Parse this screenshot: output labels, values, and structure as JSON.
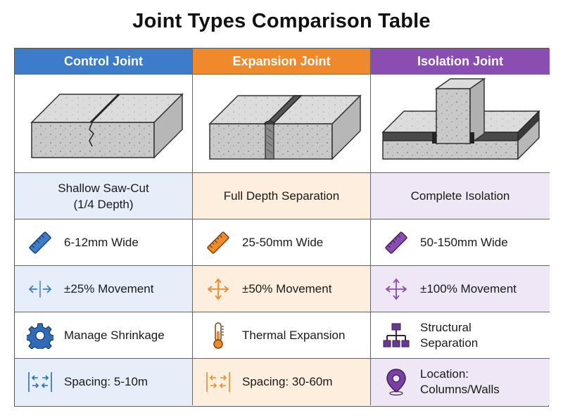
{
  "title": "Joint Types Comparison Table",
  "colors": {
    "control": "#3d7cc9",
    "expansion": "#ef8a2c",
    "isolation": "#8a4eb0",
    "control_bg": "#e6eff9",
    "expansion_bg": "#fdeedd",
    "isolation_bg": "#efe6f6"
  },
  "columns": [
    {
      "header": "Control Joint",
      "illustration": "concrete-slab-crack-icon",
      "depth": [
        "Shallow Saw-Cut",
        "(1/4 Depth)"
      ],
      "width": {
        "icon": "ruler-icon",
        "text": "6-12mm Wide"
      },
      "movement": {
        "icon": "horizontal-arrows-icon",
        "text": "±25% Movement"
      },
      "purpose": {
        "icon": "gear-icon",
        "text": [
          "Manage Shrinkage"
        ]
      },
      "spacing": {
        "icon": "spacing-arrows-icon",
        "text": [
          "Spacing: 5-10m"
        ]
      }
    },
    {
      "header": "Expansion Joint",
      "illustration": "concrete-slab-filler-icon",
      "depth": [
        "Full Depth Separation"
      ],
      "width": {
        "icon": "ruler-icon",
        "text": "25-50mm Wide"
      },
      "movement": {
        "icon": "four-way-arrows-icon",
        "text": "±50% Movement"
      },
      "purpose": {
        "icon": "thermometer-icon",
        "text": [
          "Thermal Expansion"
        ]
      },
      "spacing": {
        "icon": "spacing-arrows-icon",
        "text": [
          "Spacing: 30-60m"
        ]
      }
    },
    {
      "header": "Isolation Joint",
      "illustration": "column-isolation-icon",
      "depth": [
        "Complete Isolation"
      ],
      "width": {
        "icon": "ruler-icon",
        "text": "50-150mm Wide"
      },
      "movement": {
        "icon": "four-way-arrows-icon",
        "text": "±100% Movement"
      },
      "purpose": {
        "icon": "hierarchy-icon",
        "text": [
          "Structural",
          "Separation"
        ]
      },
      "spacing": {
        "icon": "location-pin-icon",
        "text": [
          "Location:",
          "Columns/Walls"
        ]
      }
    }
  ]
}
